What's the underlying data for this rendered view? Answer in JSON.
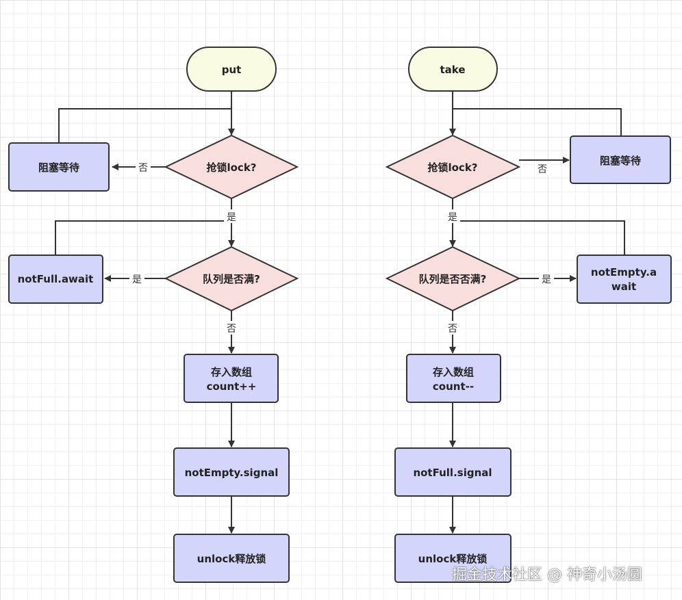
{
  "left_flow": {
    "start": "put",
    "lock": "抢锁lock?",
    "wait": "阻塞等待",
    "check": "队列是否满?",
    "await": "notFull.await",
    "store": [
      "存入数组",
      "count++"
    ],
    "signal": "notEmpty.signal",
    "unlock": "unlock释放锁",
    "label_no": "否",
    "label_yes": "是"
  },
  "right_flow": {
    "start": "take",
    "lock": "抢锁lock?",
    "wait": "阻塞等待",
    "check": "队列是否否满?",
    "await": [
      "notEmpty.a",
      "wait"
    ],
    "store": [
      "存入数组",
      "count--"
    ],
    "signal": "notFull.signal",
    "unlock": "unlock释放锁",
    "label_no": "否",
    "label_yes": "是"
  },
  "colors": {
    "start_fill": "#fafbe3",
    "process_fill": "#d3d5fb",
    "decision_fill": "#f9dede",
    "stroke": "#333333"
  },
  "watermark": "掘金技术社区 @ 神奇小汤圆"
}
